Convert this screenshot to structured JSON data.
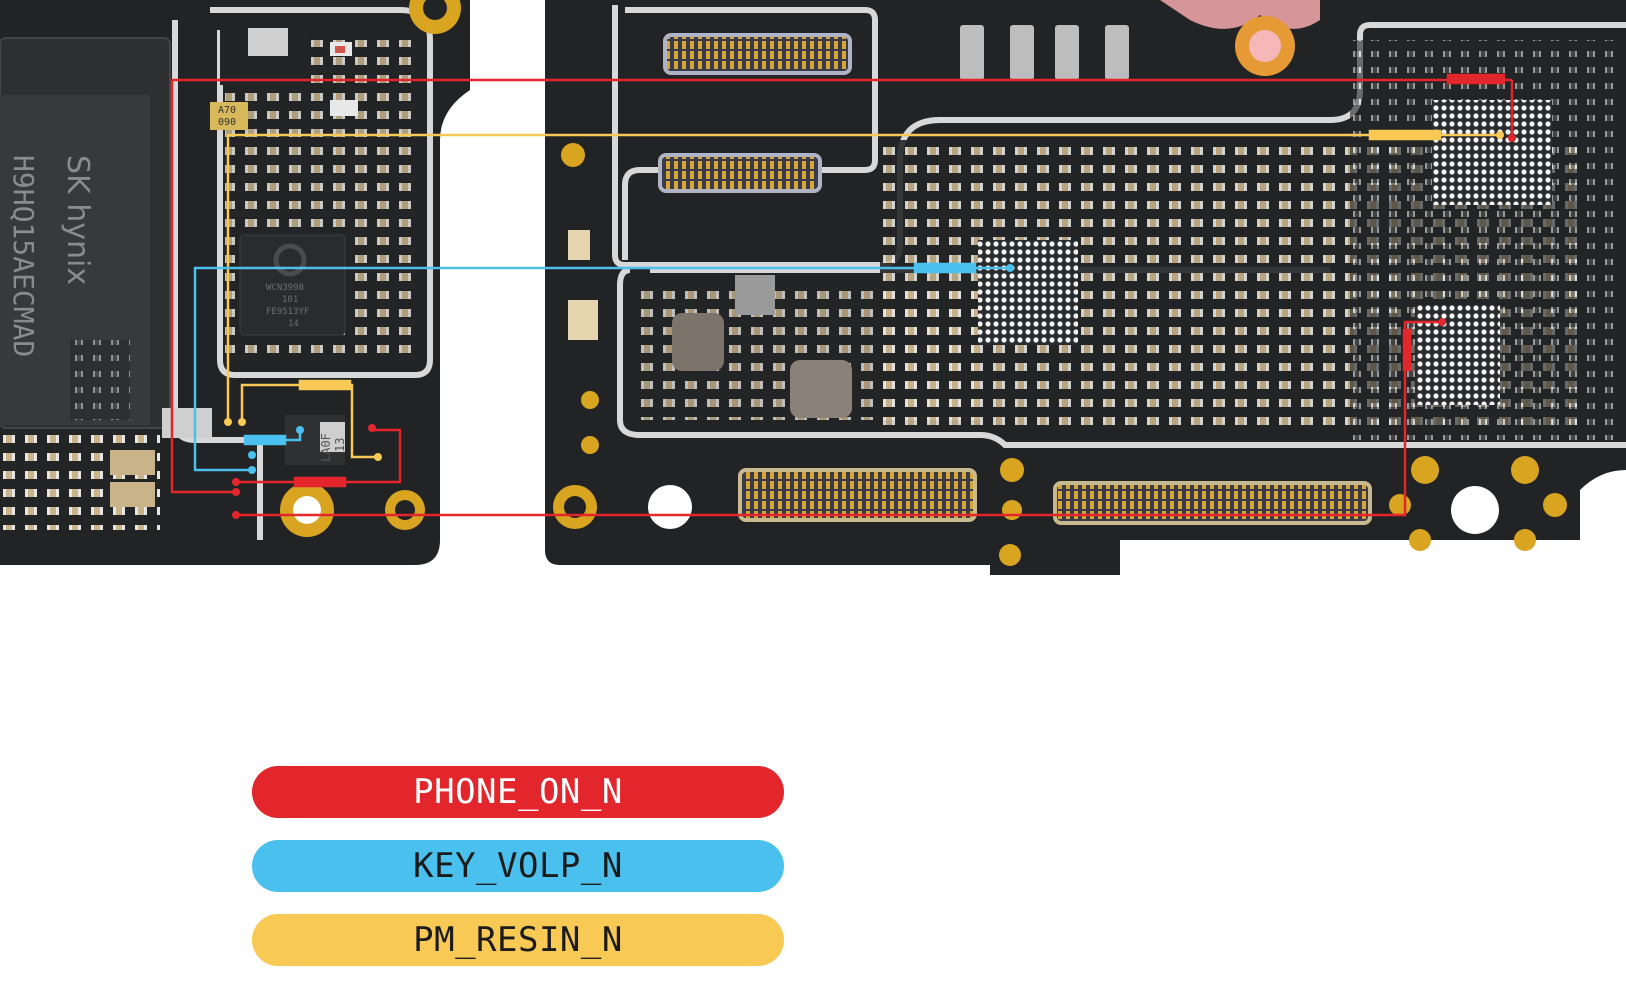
{
  "legend": [
    {
      "label": "PHONE_ON_N",
      "color": "#e2262b"
    },
    {
      "label": "KEY_VOLP_N",
      "color": "#4ac0ee"
    },
    {
      "label": "PM_RESIN_N",
      "color": "#f8c955"
    }
  ],
  "chips": {
    "memory_brand": "SK hynix",
    "memory_part": "H9HQ15AECMAD",
    "pmic_line1": "WCN3998",
    "pmic_line2": "101",
    "pmic_line3": "FE9513YF",
    "pmic_line4": "14",
    "small_part_1": "A70",
    "small_part_2": "090",
    "small_part_3": "LA0F",
    "small_part_4": "13"
  },
  "board": {
    "pcb_color": "#222324",
    "shield_color": "#d8d8d8",
    "gold_color": "#d9a520",
    "component_beige": "#c9b389",
    "component_gray": "#8e8f91"
  }
}
